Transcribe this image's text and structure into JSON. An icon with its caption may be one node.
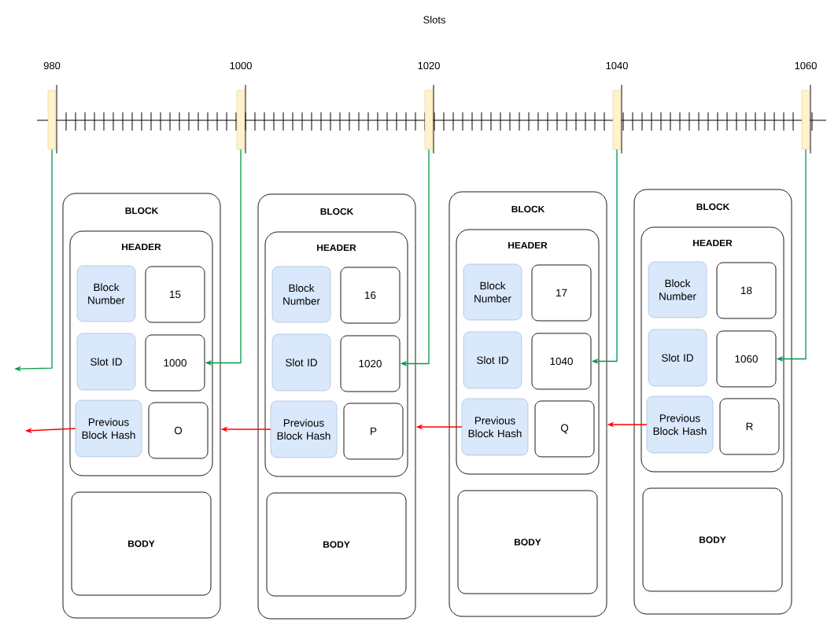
{
  "diagram": {
    "title": "Slots",
    "nodes": [
      {
        "text": [
          "980"
        ]
      },
      {
        "text": [
          "1000"
        ]
      },
      {
        "text": [
          "1020"
        ]
      },
      {
        "text": [
          "1040"
        ]
      },
      {
        "text": [
          "1060"
        ]
      },
      {
        "text": [
          "BLOCK"
        ]
      },
      {
        "text": [
          "HEADER"
        ],
        "in": 5
      },
      {
        "text": [
          "Block Number"
        ],
        "in": 6
      },
      {
        "text": [
          "15"
        ],
        "in": 6
      },
      {
        "text": [
          "Slot ID"
        ],
        "in": 6
      },
      {
        "text": [
          "1000"
        ],
        "in": 6
      },
      {
        "text": [
          "Previous Block Hash"
        ],
        "in": 6
      },
      {
        "text": [
          "O"
        ],
        "in": 6
      },
      {
        "text": [
          "BODY"
        ],
        "in": 5
      },
      {
        "text": [
          "BLOCK"
        ]
      },
      {
        "text": [
          "HEADER"
        ],
        "in": 14
      },
      {
        "text": [
          "Block Number"
        ],
        "in": 15
      },
      {
        "text": [
          "16"
        ],
        "in": 15
      },
      {
        "text": [
          "Slot ID"
        ],
        "in": 15
      },
      {
        "text": [
          "1020"
        ],
        "in": 15
      },
      {
        "text": [
          "Previous Block Hash"
        ],
        "in": 15
      },
      {
        "text": [
          "P"
        ],
        "in": 15
      },
      {
        "text": [
          "BODY"
        ],
        "in": 14
      },
      {
        "text": [
          "BLOCK"
        ]
      },
      {
        "text": [
          "HEADER"
        ],
        "in": 23
      },
      {
        "text": [
          "Block Number"
        ],
        "in": 24
      },
      {
        "text": [
          "17"
        ],
        "in": 24
      },
      {
        "text": [
          "Slot ID"
        ],
        "in": 24
      },
      {
        "text": [
          "1040"
        ],
        "in": 24
      },
      {
        "text": [
          "Previous Block Hash"
        ],
        "in": 24
      },
      {
        "text": [
          "Q"
        ],
        "in": 24
      },
      {
        "text": [
          "BODY"
        ],
        "in": 23
      },
      {
        "text": [
          "BLOCK"
        ]
      },
      {
        "text": [
          "HEADER"
        ],
        "in": 32
      },
      {
        "text": [
          "Block Number"
        ],
        "in": 33
      },
      {
        "text": [
          "18"
        ],
        "in": 33
      },
      {
        "text": [
          "Slot ID"
        ],
        "in": 33
      },
      {
        "text": [
          "1060"
        ],
        "in": 33
      },
      {
        "text": [
          "Previous Block Hash"
        ],
        "in": 33
      },
      {
        "text": [
          "R"
        ],
        "in": 33
      },
      {
        "text": [
          "BODY"
        ],
        "in": 32
      }
    ],
    "edges": [
      {
        "from": 0,
        "to": null,
        "arrow": "to",
        "color": "#00994d"
      },
      {
        "from": 1,
        "to": 10,
        "arrow": "to",
        "color": "#00994d"
      },
      {
        "from": 2,
        "to": 19,
        "arrow": "to",
        "color": "#00994d"
      },
      {
        "from": 3,
        "to": 28,
        "arrow": "to",
        "color": "#00994d"
      },
      {
        "from": 4,
        "to": 37,
        "arrow": "to",
        "color": "#00994d"
      },
      {
        "from": 11,
        "to": null,
        "arrow": "to",
        "color": "#ff0000"
      },
      {
        "from": 20,
        "to": 5,
        "arrow": "to",
        "color": "#ff0000"
      },
      {
        "from": 29,
        "to": 14,
        "arrow": "to",
        "color": "#ff0000"
      },
      {
        "from": 38,
        "to": 23,
        "arrow": "to",
        "color": "#ff0000"
      }
    ]
  }
}
